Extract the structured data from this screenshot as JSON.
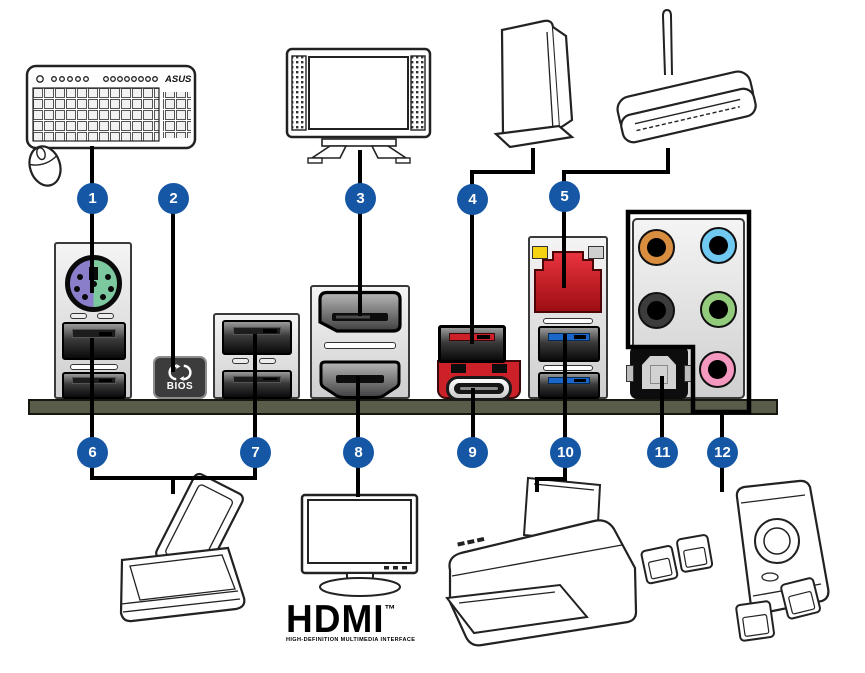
{
  "figure": {
    "type": "motherboard-rear-io-connection-diagram"
  },
  "callouts": [
    {
      "number": "1",
      "target": "ps2-keyboard-mouse-combo-port"
    },
    {
      "number": "2",
      "target": "usb-bios-flashback-button"
    },
    {
      "number": "3",
      "target": "displayport"
    },
    {
      "number": "4",
      "target": "usb-3-1-gen2-type-a-port"
    },
    {
      "number": "5",
      "target": "ethernet-lan-port"
    },
    {
      "number": "6",
      "target": "usb-2-0-ports-left"
    },
    {
      "number": "7",
      "target": "usb-2-0-ports-middle"
    },
    {
      "number": "8",
      "target": "hdmi-port"
    },
    {
      "number": "9",
      "target": "usb-3-1-gen2-type-c-port"
    },
    {
      "number": "10",
      "target": "usb-3-0-ports"
    },
    {
      "number": "11",
      "target": "optical-spdif-out-port"
    },
    {
      "number": "12",
      "target": "audio-jacks"
    }
  ],
  "bios_button": {
    "label": "BIOS"
  },
  "keyboard": {
    "brand_logo": "ASUS"
  },
  "hdmi_logo": {
    "text": "HDMI",
    "tm": "™",
    "tagline": "HIGH-DEFINITION MULTIMEDIA INTERFACE"
  },
  "colors": {
    "callout_blue": "#1557a4",
    "io_bar": "#585c49",
    "ps2_purple": "#8a7ecb",
    "ps2_green": "#7cc9a0",
    "usb3_blue": "#1b66c9",
    "usb31_red": "#cd2129",
    "lan_red": "#d01f27",
    "led_yellow": "#f5d312",
    "audio_orange": "#d98e3f",
    "audio_lightblue": "#6fc9f0",
    "audio_black": "#3c3c3c",
    "audio_green": "#93cb7c",
    "audio_pink": "#f598c0"
  }
}
